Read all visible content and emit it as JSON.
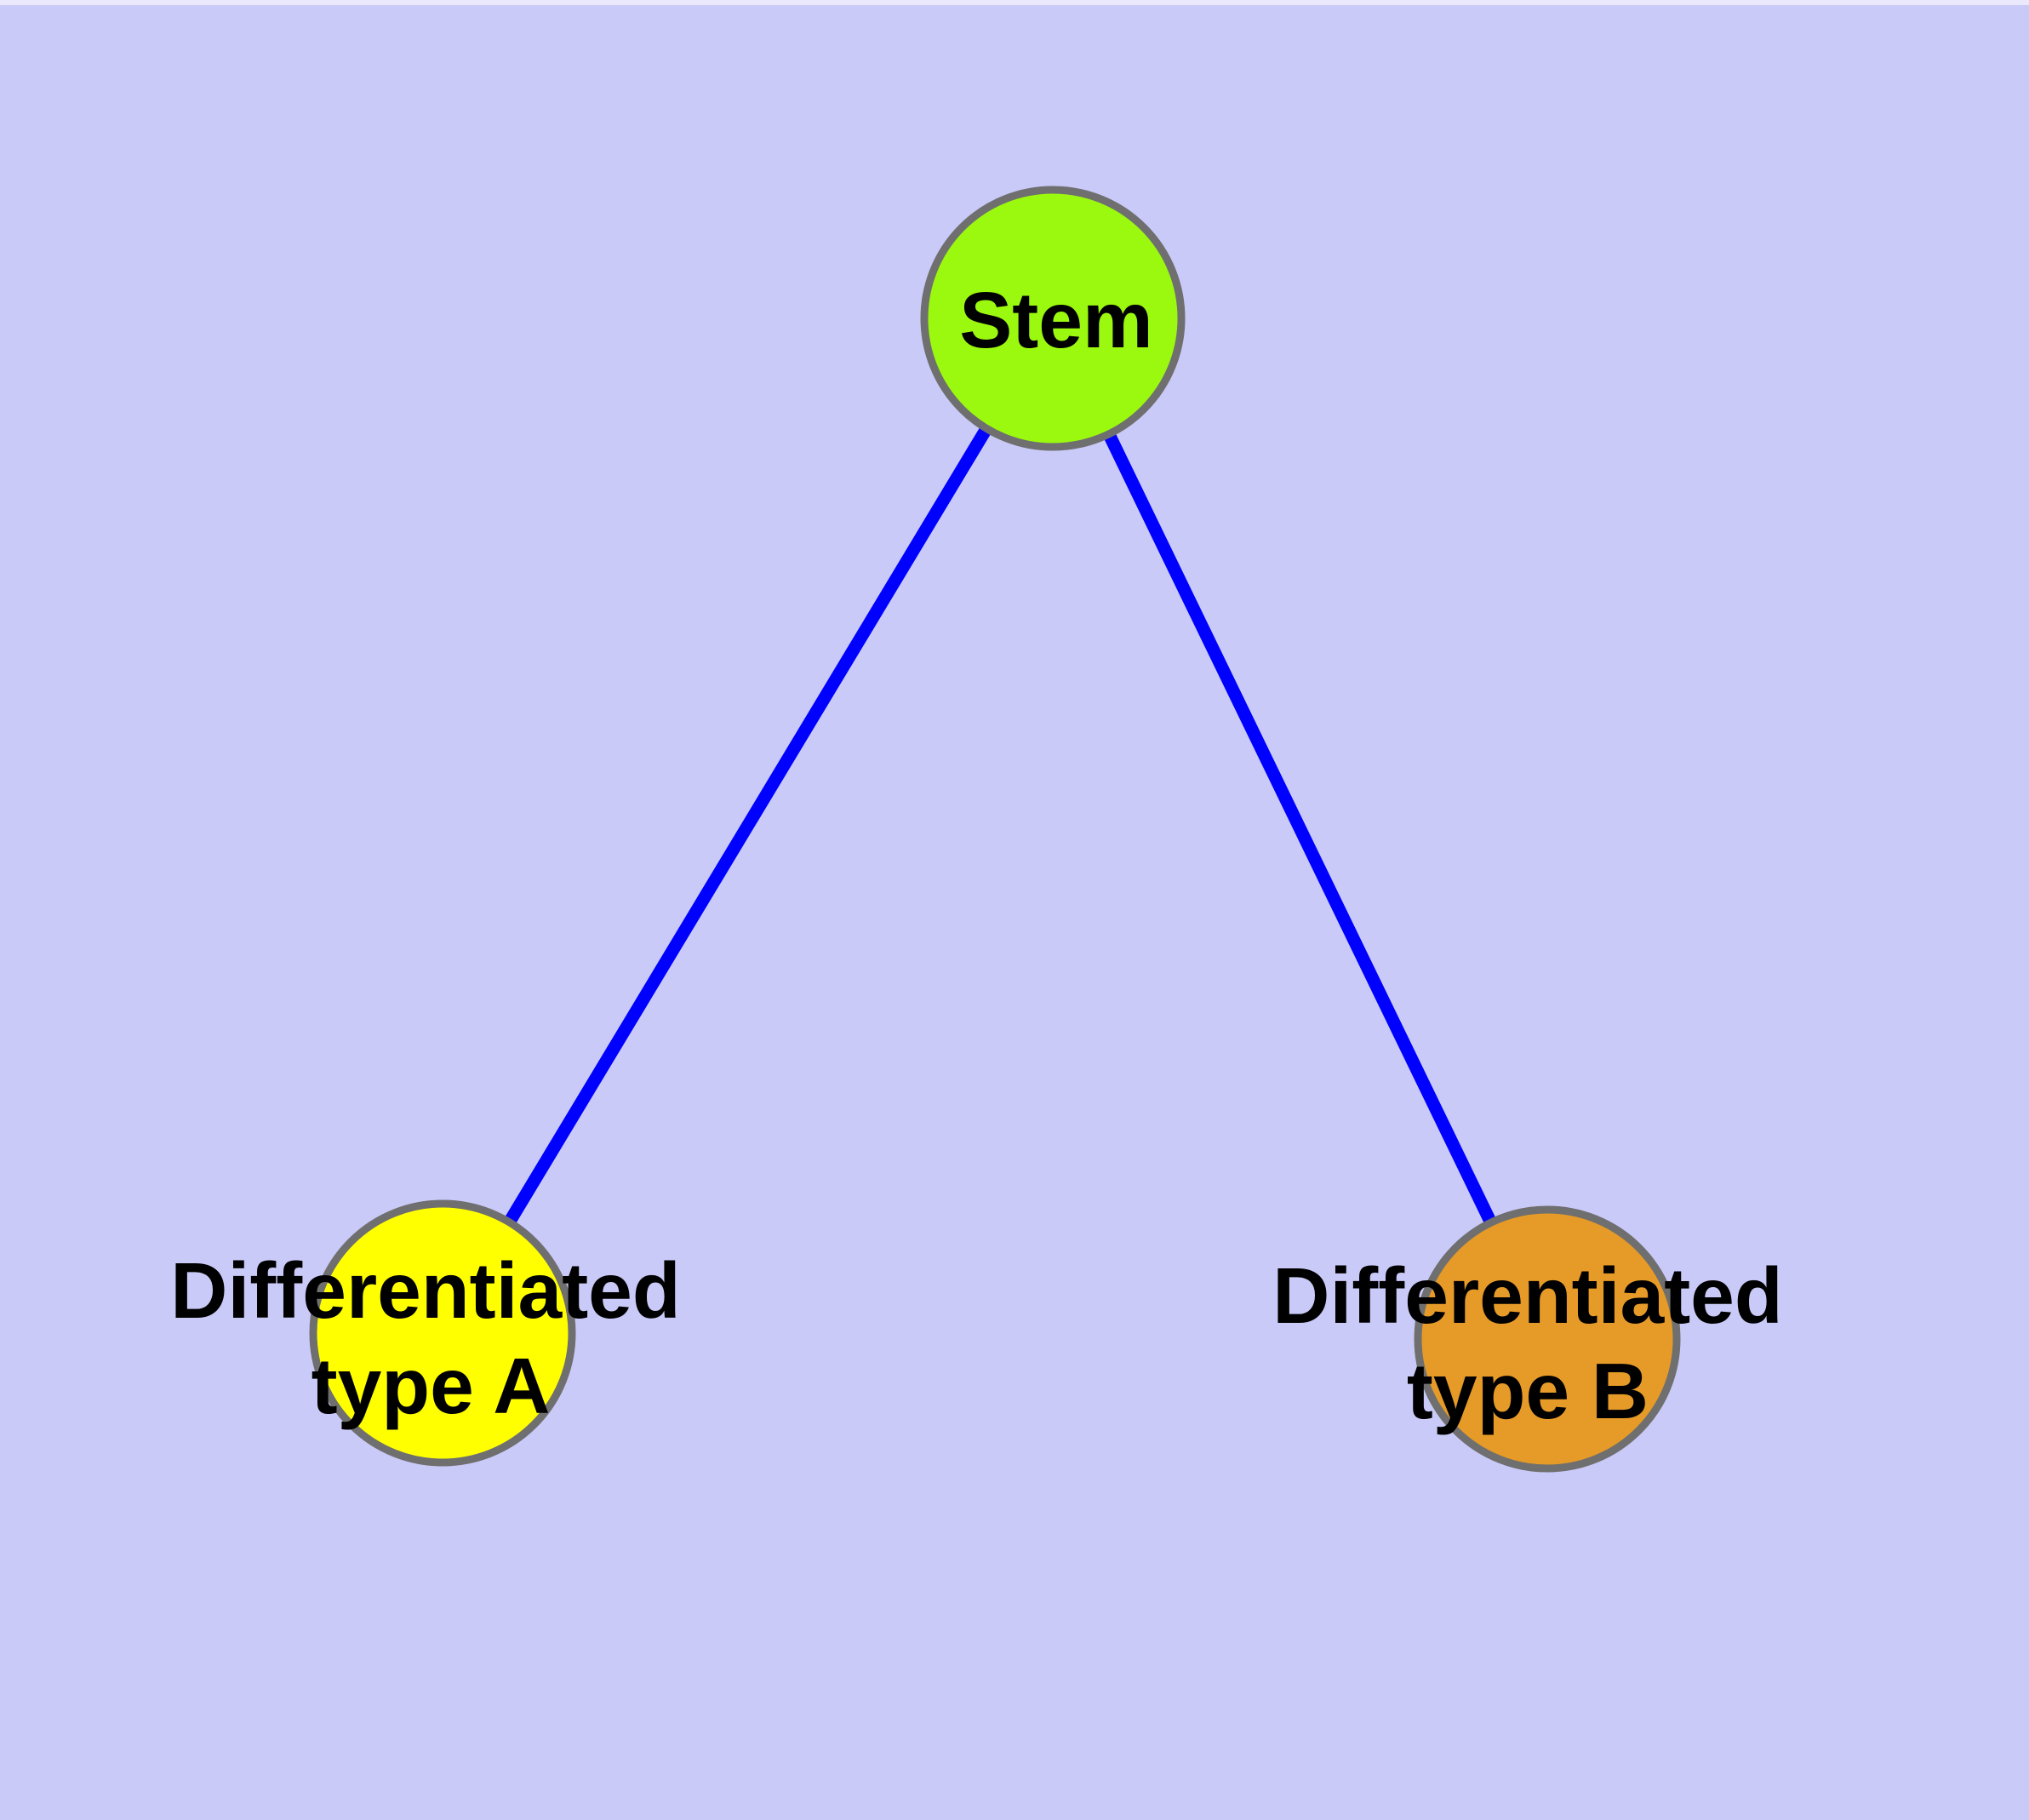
{
  "diagram": {
    "type": "graph",
    "description": "Cell differentiation hierarchy: Stem node linked to two differentiated cell types",
    "colors": {
      "background": "#CACAF8",
      "top_strip": "#E9E9FB",
      "edge": "#0000FF",
      "node_border": "#6F6F6F",
      "stem_fill": "#9BF90F",
      "type_a_fill": "#FFFF00",
      "type_b_fill": "#E69A28",
      "label_color": "#000000"
    },
    "nodes": [
      {
        "id": "stem",
        "label": "Stem"
      },
      {
        "id": "differentiated-a",
        "label": "Differentiated type A",
        "label_line1": "Differentiated",
        "label_line2": "type A"
      },
      {
        "id": "differentiated-b",
        "label": "Differentiated type B",
        "label_line1": "Differentiated",
        "label_line2": "type B"
      }
    ],
    "edges": [
      {
        "from": "Stem",
        "to": "Differentiated type A"
      },
      {
        "from": "Stem",
        "to": "Differentiated type B"
      }
    ]
  }
}
